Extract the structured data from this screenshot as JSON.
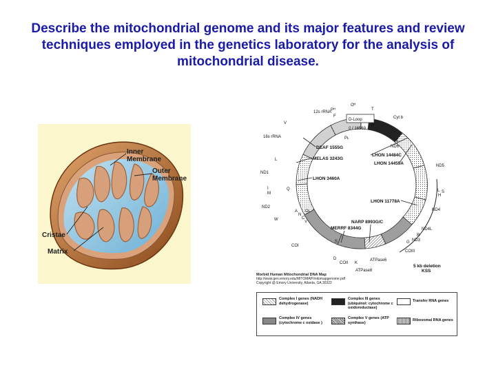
{
  "title": "Describe the mitochondrial genome and its major features and review techniques employed in the genetics laboratory for the analysis of mitochondrial disease.",
  "mito_labels": {
    "inner": "Inner Membrane",
    "outer": "Outer Membrane",
    "cristae": "Cristae",
    "matrix": "Matrix"
  },
  "map": {
    "top": {
      "ohr": "Oᴴ",
      "dloop": "D-Loop",
      "origin": "0 / 16569",
      "ph": "Pᴴ",
      "pl": "Pʟ"
    },
    "genes": {
      "rrna12": "12s rRNA",
      "rrna16": "16s rRNA",
      "cytb": "Cyt b",
      "nd6": "ND6",
      "e": "E",
      "nd5": "ND5",
      "nd1": "ND1",
      "nd2": "ND2",
      "nd4": "ND4",
      "nd4l": "ND4L",
      "nd3": "ND3",
      "coi": "COI",
      "coii": "COII",
      "coiii": "COIII",
      "atp6": "ATPase6",
      "atp8": "ATPase8",
      "f": "F",
      "v": "V",
      "l": "L",
      "i": "I",
      "m": "M",
      "q": "Q",
      "w": "W",
      "a": "A",
      "n": "N",
      "c": "C",
      "y": "Y",
      "ol": "Oʟ",
      "s": "S",
      "d": "D",
      "k": "K",
      "g": "G",
      "r": "R",
      "h": "H",
      "s2": "S",
      "l2": "L",
      "t": "T",
      "p": "P"
    },
    "mutations": {
      "deaf": "DEAF 1555G",
      "melas": "MELAS 3243G",
      "lhon3460": "LHON 3460A",
      "lhon14484": "LHON 14484C",
      "lhon14459": "LHON 14459A",
      "lhon11778": "LHON 11778A",
      "narp": "NARP 8993G/C",
      "merrf": "MERRF 8344G",
      "deletion": "5 kb  deletion",
      "kss": "KSS"
    }
  },
  "caption": {
    "title": "Morbid Human Mitochondrial DNA Map",
    "url": "http://www.gen.emory.edu/MITOMAP/mitomapgenome.pdf",
    "copyright": "Copyright @ Emory University, Atlanta, GA 30322"
  },
  "legend": {
    "c1": "Complex I genes (NADH dehydrogenase)",
    "c3": "Complex III genes (ubiquinol: cytochrome c oxidoreductase)",
    "trna": "Transfer RNA genes",
    "c4": "Complex IV genes (cytochrome c oxidase )",
    "c5": "Complex V genes (ATP synthase)",
    "rrna": "Ribosomal  RNA genes"
  }
}
